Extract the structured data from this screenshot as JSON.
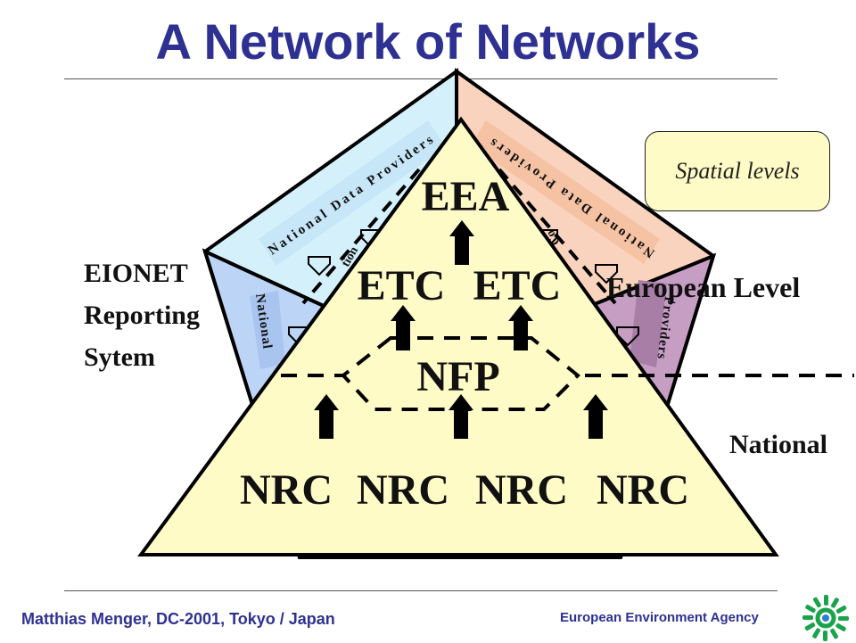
{
  "title": "A Network of Networks",
  "spatial_levels_label": "Spatial levels",
  "left_label": [
    "EIONET",
    "Reporting",
    "Sytem"
  ],
  "european_level_label": "European Level",
  "national_label": "National",
  "pyramid": {
    "top": "EEA",
    "etc": [
      "ETC",
      "ETC"
    ],
    "nfp": "NFP",
    "nrc": [
      "NRC",
      "NRC",
      "NRC",
      "NRC"
    ]
  },
  "faces": {
    "upper_left": "National Data Providers",
    "upper_right": "National Data Providers",
    "left_side": "National",
    "right_side": "Providers",
    "partial_left": "tion",
    "partial_right": "Co"
  },
  "footer": {
    "author": "Matthias Menger, DC-2001, Tokyo / Japan",
    "agency": "European Environment Agency"
  },
  "colors": {
    "title": "#2e3192",
    "pyramid_fill": "#fffbc7",
    "face_upper_left": "#d4f1fb",
    "face_upper_right": "#f9d3bd",
    "face_left": "#bcd4f5",
    "face_right": "#c69ec4",
    "logo": "#1aa34a"
  }
}
